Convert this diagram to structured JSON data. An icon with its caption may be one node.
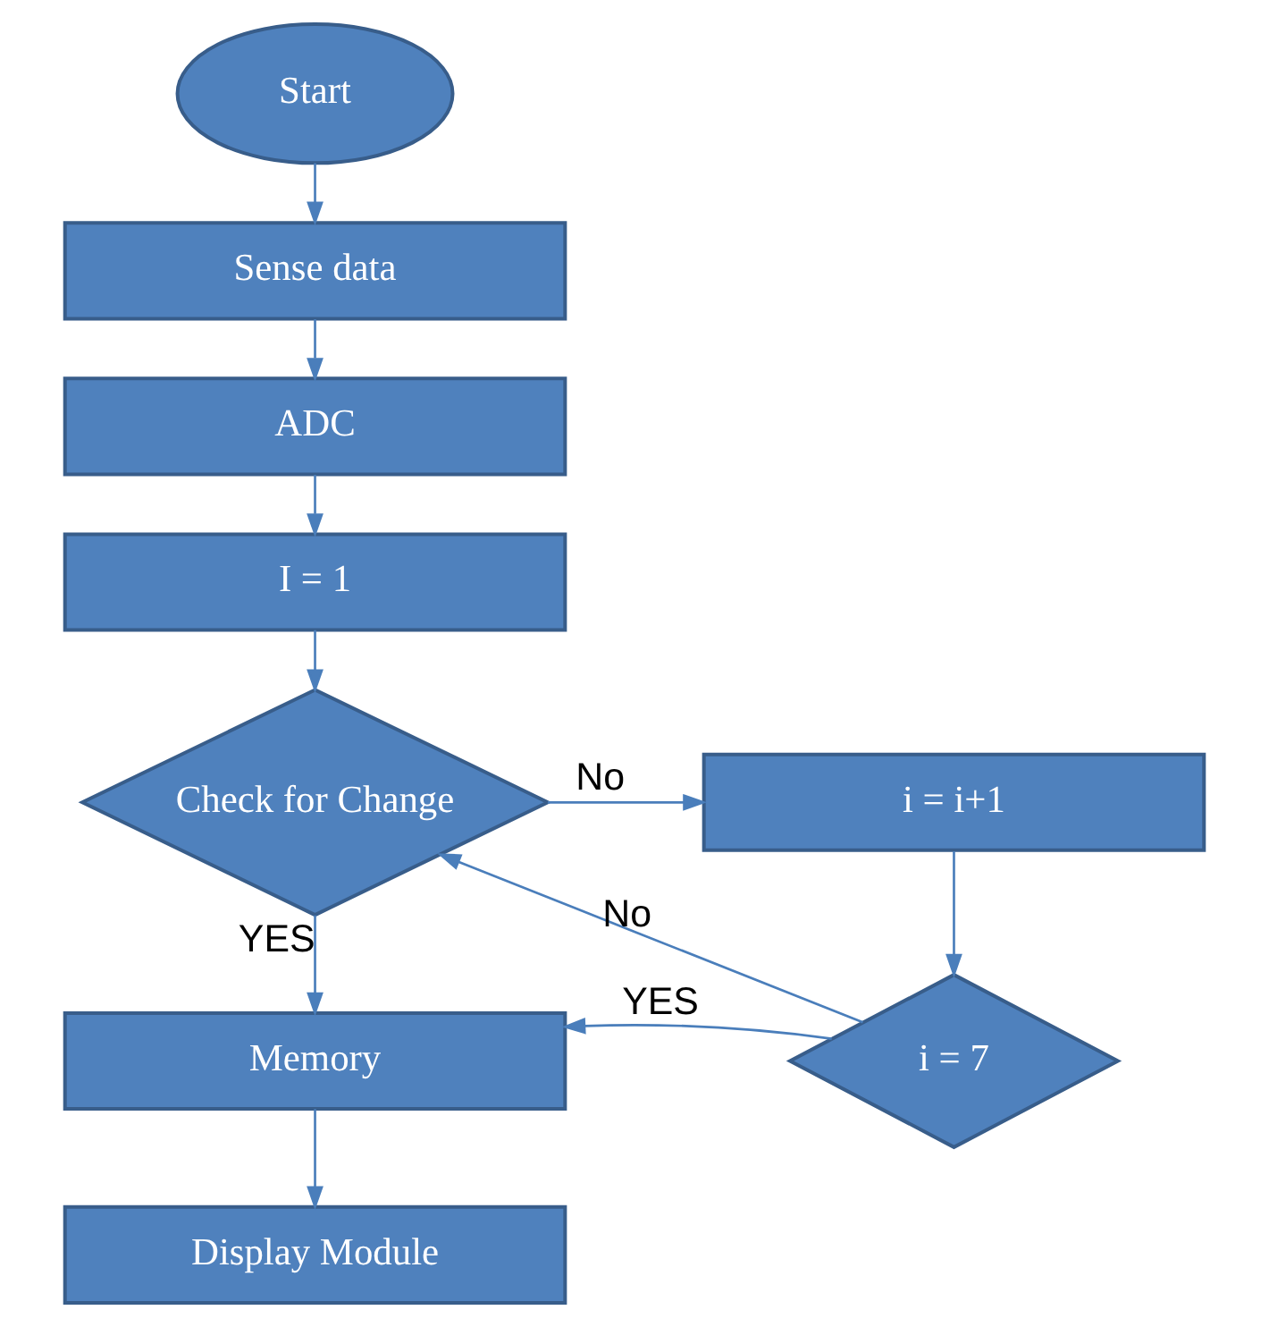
{
  "diagram": {
    "nodes": [
      {
        "text": [
          "Start"
        ]
      },
      {
        "text": [
          "Sense data"
        ]
      },
      {
        "text": [
          "ADC"
        ]
      },
      {
        "text": [
          "I = 1"
        ]
      },
      {
        "text": [
          "Check for Change"
        ]
      },
      {
        "text": [
          "i = i+1"
        ]
      },
      {
        "text": [
          "i = 7"
        ]
      },
      {
        "text": [
          "Memory"
        ]
      },
      {
        "text": [
          "Display Module"
        ]
      }
    ],
    "edges": [
      {
        "from": 0,
        "to": 1,
        "arrow": "to"
      },
      {
        "from": 1,
        "to": 2,
        "arrow": "to"
      },
      {
        "from": 2,
        "to": 3,
        "arrow": "to"
      },
      {
        "from": 3,
        "to": 4,
        "arrow": "to"
      },
      {
        "from": 4,
        "to": 5,
        "arrow": "to",
        "label": "No"
      },
      {
        "from": 5,
        "to": 6,
        "arrow": "to"
      },
      {
        "from": 4,
        "to": 7,
        "arrow": "to",
        "label": "YES"
      },
      {
        "from": 6,
        "to": 7,
        "arrow": "to",
        "label": "YES"
      },
      {
        "from": 6,
        "to": 4,
        "arrow": "to",
        "label": "No"
      },
      {
        "from": 7,
        "to": 8,
        "arrow": "to"
      }
    ]
  }
}
